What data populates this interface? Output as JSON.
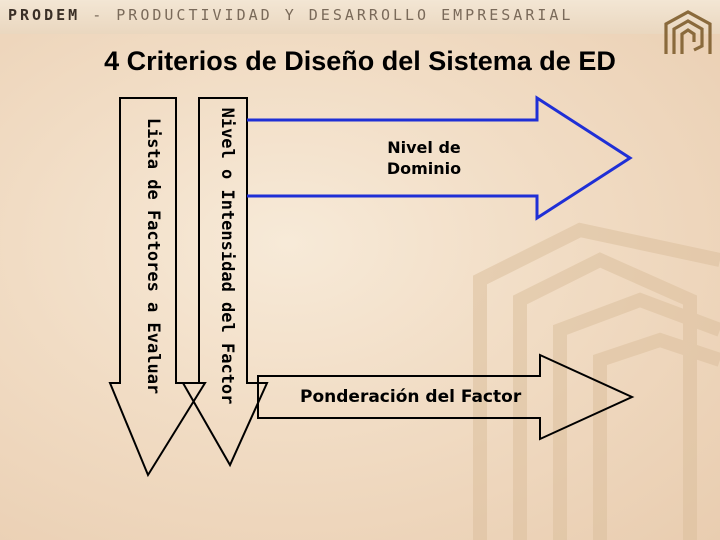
{
  "header": {
    "brand": "PRODEM",
    "separator": " - ",
    "tagline": "PRODUCTIVIDAD Y DESARROLLO EMPRESARIAL",
    "logo_icon": "prodem-logo-icon"
  },
  "title": "4 Criterios de Diseño del Sistema de ED",
  "diagram": {
    "arrows": [
      {
        "label": "Lista de Factores a Evaluar",
        "direction": "down",
        "outline_color": "#000000"
      },
      {
        "label": "Nivel o Intensidad del Factor",
        "direction": "down",
        "outline_color": "#000000"
      },
      {
        "label_lines": [
          "Nivel de",
          "Dominio"
        ],
        "direction": "right",
        "outline_color": "#1f2fd6"
      },
      {
        "label": "Ponderación del Factor",
        "direction": "right",
        "outline_color": "#000000"
      }
    ]
  },
  "colors": {
    "background": "#f3e2cc",
    "watermark": "#d8b994",
    "brand_text": "#7a6a5a",
    "logo": "#8a6a3c"
  }
}
